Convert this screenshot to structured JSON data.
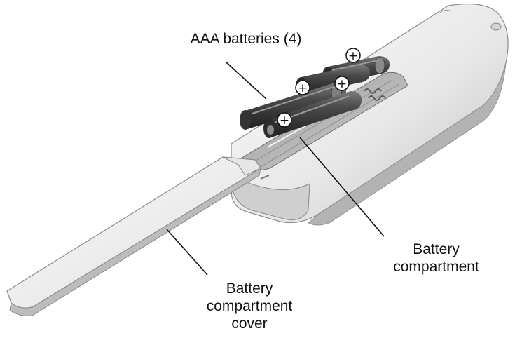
{
  "labels": {
    "batteries": "AAA batteries (4)",
    "compartment": [
      "Battery",
      "compartment"
    ],
    "cover": [
      "Battery",
      "compartment",
      "cover"
    ]
  },
  "symbols": {
    "battery_terminal": "+"
  },
  "colors": {
    "remote_body": "#eeeeee",
    "battery": "#444444",
    "line": "#111111"
  }
}
